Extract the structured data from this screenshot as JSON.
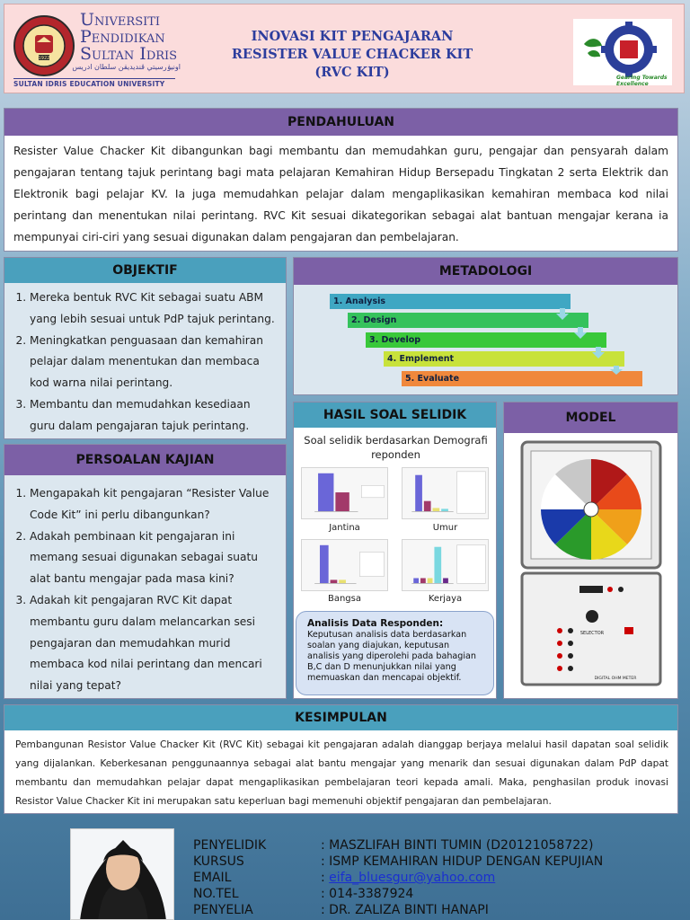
{
  "header": {
    "uni_name_line1": "Universiti",
    "uni_name_line2": "Pendidikan",
    "uni_name_line3": "Sultan Idris",
    "uni_jawi": "اونيۏرسيتي ڤنديديقن سلطان ادريس",
    "uni_english": "SULTAN IDRIS EDUCATION UNIVERSITY",
    "seal_year": "1922",
    "title_line1": "INOVASI KIT PENGAJARAN",
    "title_line2": "RESISTER VALUE CHACKER KIT",
    "title_line3": "(RVC KIT)",
    "right_logo_text": "Gearing Towards Excellence"
  },
  "pendahuluan": {
    "heading": "PENDAHULUAN",
    "text": "Resister Value Chacker Kit dibangunkan bagi membantu dan memudahkan guru, pengajar dan pensyarah dalam pengajaran tentang tajuk perintang bagi mata pelajaran Kemahiran Hidup Bersepadu Tingkatan 2 serta Elektrik dan Elektronik bagi pelajar KV. Ia juga memudahkan pelajar dalam mengaplikasikan kemahiran membaca kod nilai perintang dan menentukan nilai perintang. RVC Kit sesuai dikategorikan sebagai alat bantuan mengajar kerana ia mempunyai ciri-ciri yang sesuai digunakan dalam pengajaran dan pembelajaran."
  },
  "objektif": {
    "heading": "OBJEKTIF",
    "items": [
      "Mereka bentuk RVC Kit sebagai suatu ABM yang lebih sesuai untuk PdP tajuk perintang.",
      "Meningkatkan penguasaan dan kemahiran pelajar dalam menentukan dan membaca kod warna nilai perintang.",
      "Membantu dan memudahkan kesediaan guru dalam pengajaran tajuk perintang."
    ]
  },
  "metodologi": {
    "heading": "METADOLOGI",
    "steps": [
      "1. Analysis",
      "2. Design",
      "3. Develop",
      "4. Emplement",
      "5. Evaluate"
    ],
    "step_colors": [
      "#3fa7c3",
      "#35c25c",
      "#39c83a",
      "#c8e23b",
      "#f0883c"
    ]
  },
  "persoalan": {
    "heading": "PERSOALAN KAJIAN",
    "items": [
      "Mengapakah kit pengajaran “Resister Value Code Kit” ini perlu dibangunkan?",
      "Adakah pembinaan kit pengajaran ini memang sesuai digunakan sebagai suatu alat bantu mengajar pada masa kini?",
      "Adakah kit pengajaran RVC Kit dapat membantu guru dalam melancarkan sesi pengajaran dan memudahkan murid membaca kod nilai perintang dan mencari nilai yang tepat?"
    ]
  },
  "hasil": {
    "heading": "HASIL SOAL SELIDIK",
    "subtitle": "Soal selidik berdasarkan Demografi reponden",
    "chart_labels": [
      "Jantina",
      "Umur",
      "Bangsa",
      "Kerjaya"
    ],
    "analysis_title": "Analisis Data Responden:",
    "analysis_text": "Keputusan analisis data berdasarkan soalan yang diajukan, keputusan analisis yang diperolehi pada bahagian B,C dan D menunjukkan nilai yang memuaskan dan mencapai objektif."
  },
  "model": {
    "heading": "MODEL",
    "device_label": "SELECTOR",
    "meter_label": "DIGITAL OHM METER"
  },
  "kesimpulan": {
    "heading": "KESIMPULAN",
    "text": "Pembangunan Resistor Value Chacker Kit (RVC Kit) sebagai kit pengajaran adalah dianggap berjaya melalui hasil dapatan soal selidik yang dijalankan. Keberkesanan penggunaannya sebagai alat bantu mengajar yang menarik dan sesuai digunakan dalam PdP dapat membantu dan memudahkan pelajar dapat mengaplikasikan pembelajaran teori kepada amali. Maka, penghasilan produk inovasi Resistor Value Chacker Kit ini merupakan satu keperluan bagi memenuhi objektif pengajaran dan pembelajaran."
  },
  "researcher": {
    "rows": [
      {
        "label": "PENYELIDIK",
        "value": ": MASZLIFAH BINTI TUMIN (D20121058722)"
      },
      {
        "label": "KURSUS",
        "value": ": ISMP KEMAHIRAN HIDUP DENGAN KEPUJIAN"
      },
      {
        "label": "EMAIL",
        "value_prefix": ": ",
        "value_link": "eifa_bluesgur@yahoo.com"
      },
      {
        "label": "NO.TEL",
        "value": ": 014-3387924"
      },
      {
        "label": "PENYELIA",
        "value": ": DR. ZALIZA BINTI HANAPI"
      }
    ]
  }
}
